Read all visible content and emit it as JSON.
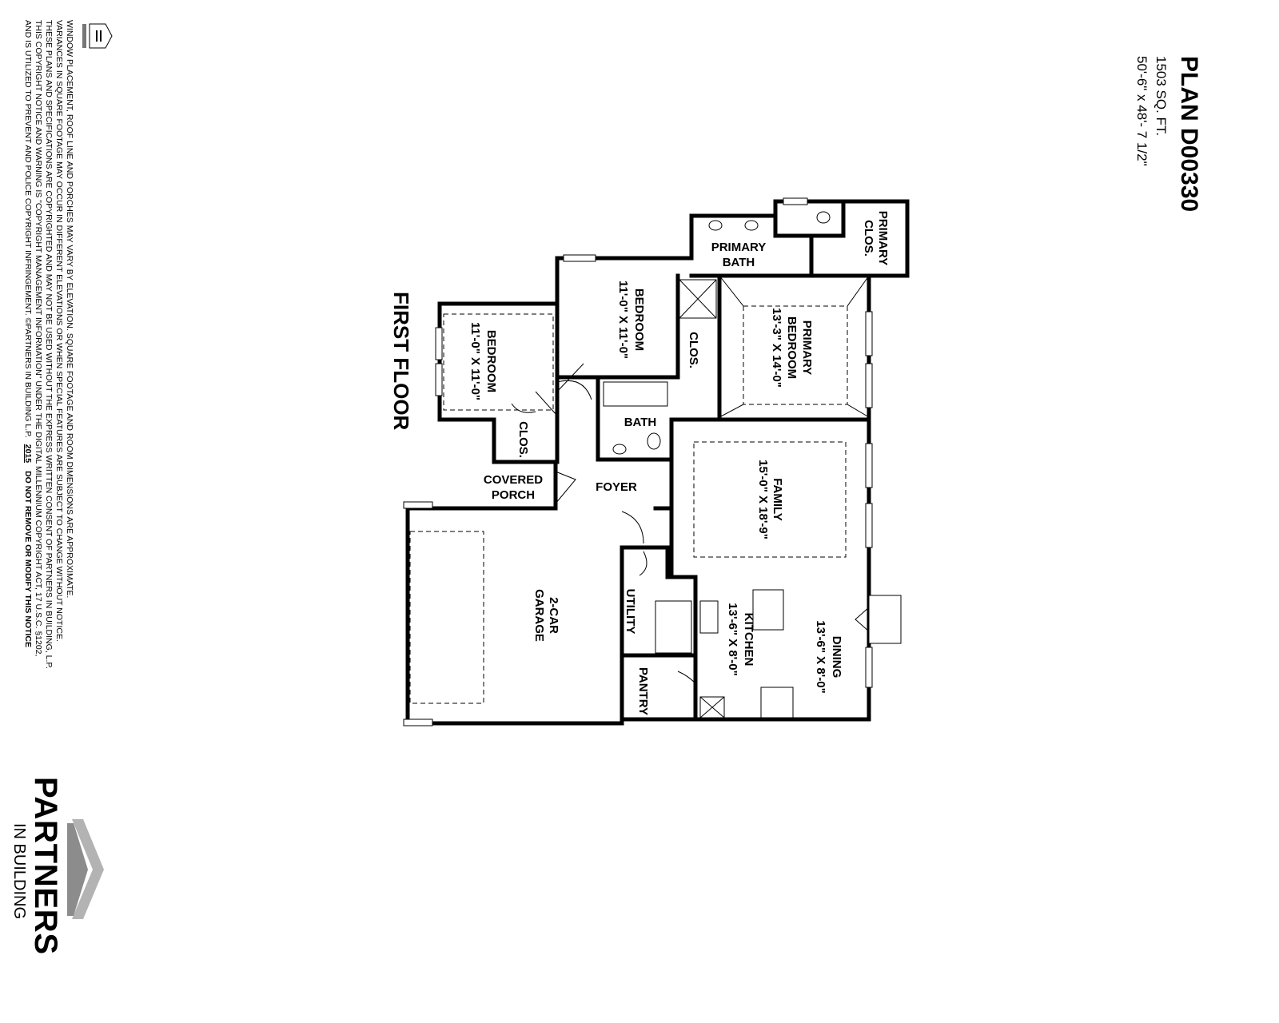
{
  "title": {
    "plan": "PLAN D00330",
    "sqft": "1503 SQ. FT.",
    "dimensions": "50'-6\" x 48'- 7 1/2\""
  },
  "floor_label": "FIRST FLOOR",
  "rooms": {
    "primary_closet": [
      "PRIMARY",
      "CLOS."
    ],
    "primary_bath": [
      "PRIMARY",
      "BATH"
    ],
    "primary_bedroom": [
      "PRIMARY",
      "BEDROOM",
      "13'-3\" X 14'-0\""
    ],
    "bedroom2": [
      "BEDROOM",
      "11'-0\" X 11'-0\""
    ],
    "bedroom1": [
      "BEDROOM",
      "11'-0\" X 11'-0\""
    ],
    "closet_a": "CLOS.",
    "closet_b": "CLOS.",
    "bath": "BATH",
    "covered_porch": [
      "COVERED",
      "PORCH"
    ],
    "foyer": "FOYER",
    "family": [
      "FAMILY",
      "15'-0\" X 18'-9\""
    ],
    "garage": [
      "2-CAR",
      "GARAGE"
    ],
    "utility": "UTILITY",
    "pantry": "PANTRY",
    "kitchen": [
      "KITCHEN",
      "13'-6\" X 8'-0\""
    ],
    "dining": [
      "DINING",
      "13'-6\" X 8'-0\""
    ]
  },
  "notice": {
    "lines": [
      "WINDOW PLACEMENT, ROOF LINE AND PORCHES MAY VARY BY ELEVATION.  SQUARE FOOTAGE AND ROOM DIMENSIONS ARE APPROXIMATE.",
      "VARIANCES IN SQUARE FOOTAGE MAY OCCUR IN DIFFERENT ELEVATIONS OR WHEN SPECIAL FEATURES ARE SUBJECT TO CHANGE WITHOUT NOTICE.",
      "THESE PLANS AND SPECIFICATIONS ARE COPYRIGHTED AND MAY NOT BE USED WITHOUT THE EXPRESS WRITTEN CONSENT OF PARTNERS IN BUILDING, L.P.",
      "THIS COPYRIGHT NOTICE AND WARNING IS \"COPYRIGHT MANAGEMENT INFORMATION\" UNDER THE DIGITAL MILLENNIUM COPYRIGHT ACT, 17 U.S.C. §1202,",
      "AND IS UTILIZED TO PREVENT AND POLICE COPYRIGHT INFRINGEMENT.  ©PARTNERS IN BUILDING L.P."
    ],
    "year": "2015",
    "warning": "DO NOT REMOVE OR MODIFY THIS NOTICE"
  },
  "logo": {
    "name": "PARTNERS",
    "tagline": "IN BUILDING",
    "colors": {
      "chevron_light": "#b3b3b3",
      "chevron_dark": "#8c8c8c"
    }
  }
}
